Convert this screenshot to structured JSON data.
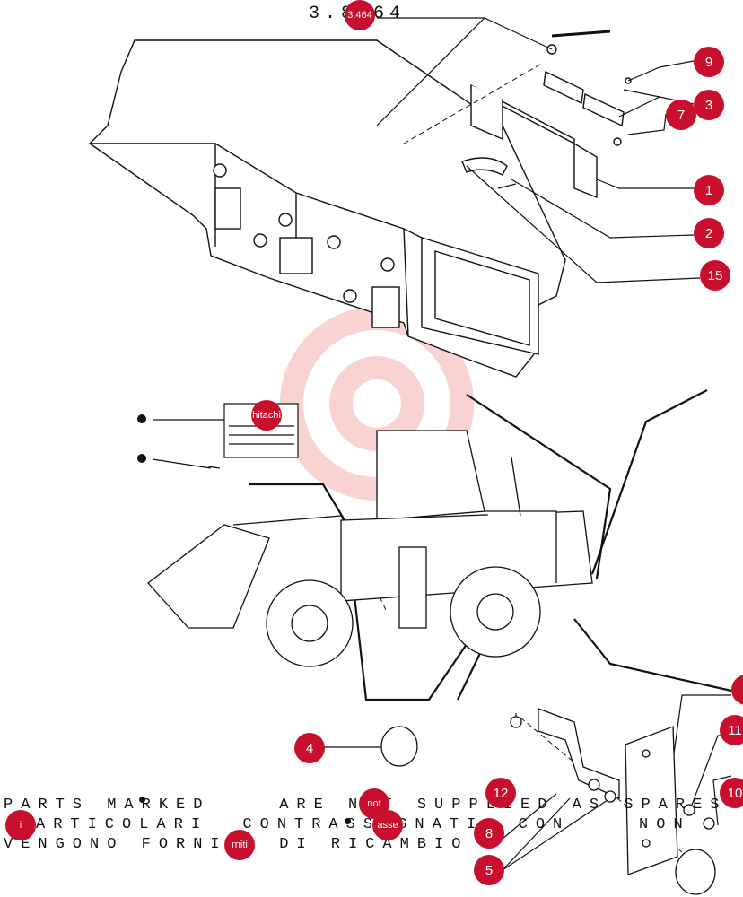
{
  "page_code": "3.8464",
  "references": {
    "r1": "1",
    "r2": "2",
    "r3": "3",
    "r4": "4",
    "r5": "5",
    "r7": "7",
    "r8": "8",
    "r9": "9",
    "r10": "10",
    "r11": "11",
    "r12": "12",
    "r15": "15",
    "r_top": "3.464",
    "r_hitachi": "hitachi",
    "r_i": "i",
    "r_not": "not",
    "r_asse": "asse",
    "r_rniti": "rniti"
  },
  "notes": {
    "line1": "PARTS MARKED    ARE NOT SUPPLIED AS SPARES",
    "line2": "ARTICOLARI  CONTRASSEGNATI  CON    NON",
    "line3": "VENGONO FORNITI DI RICAMBIO"
  },
  "colors": {
    "accent": "#c8102e",
    "line": "#111111",
    "watermark": "#f4a6a6"
  }
}
